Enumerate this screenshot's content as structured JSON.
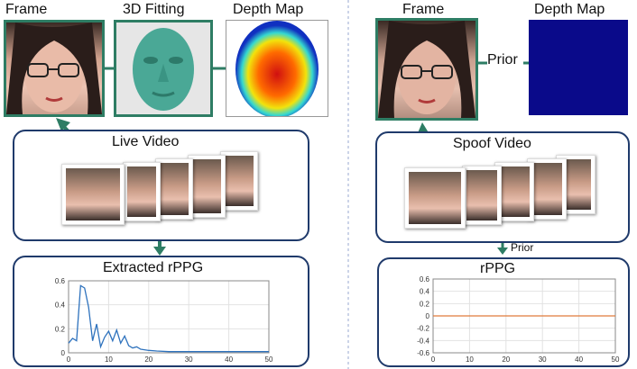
{
  "left": {
    "frame_label": "Frame",
    "fitting_label": "3D Fitting",
    "depth_label": "Depth Map",
    "video_label": "Live Video",
    "rppg_label": "Extracted rPPG"
  },
  "right": {
    "frame_label": "Frame",
    "depth_label": "Depth Map",
    "prior_label": "Prior",
    "video_label": "Spoof Video",
    "prior_small_label": "Prior",
    "rppg_label": "rPPG"
  },
  "chart_data": [
    {
      "type": "line",
      "title": "Extracted rPPG",
      "xlim": [
        0,
        50
      ],
      "ylim": [
        0,
        0.6
      ],
      "xticks": [
        0,
        10,
        20,
        30,
        40,
        50
      ],
      "yticks": [
        0,
        0.2,
        0.4,
        0.6
      ],
      "grid": true,
      "color": "#2e72bd",
      "x": [
        0,
        1,
        2,
        3,
        4,
        5,
        6,
        7,
        8,
        9,
        10,
        11,
        12,
        13,
        14,
        15,
        16,
        17,
        18,
        20,
        22,
        25,
        30,
        35,
        40,
        45,
        50
      ],
      "y": [
        0.08,
        0.12,
        0.1,
        0.56,
        0.54,
        0.38,
        0.1,
        0.24,
        0.05,
        0.13,
        0.18,
        0.1,
        0.19,
        0.08,
        0.14,
        0.06,
        0.04,
        0.05,
        0.03,
        0.02,
        0.015,
        0.01,
        0.01,
        0.01,
        0.01,
        0.01,
        0.01
      ]
    },
    {
      "type": "line",
      "title": "rPPG",
      "xlim": [
        0,
        50
      ],
      "ylim": [
        -0.6,
        0.6
      ],
      "xticks": [
        0,
        10,
        20,
        30,
        40,
        50
      ],
      "yticks": [
        -0.6,
        -0.4,
        -0.2,
        0,
        0.2,
        0.4,
        0.6
      ],
      "grid": true,
      "color": "#e07b3a",
      "x": [
        0,
        50
      ],
      "y": [
        0,
        0
      ]
    }
  ]
}
